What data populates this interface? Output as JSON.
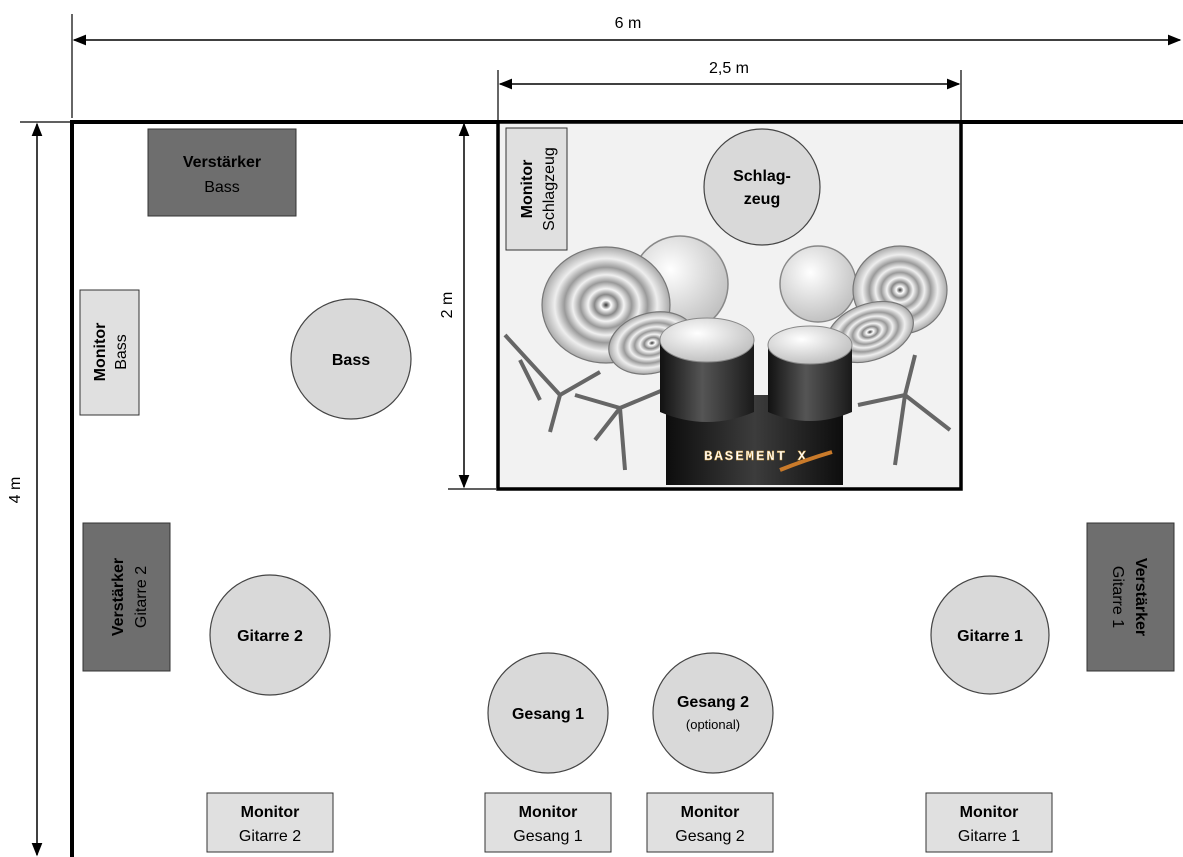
{
  "dimensions": {
    "width_label": "6 m",
    "drum_width_label": "2,5 m",
    "height_label": "4 m",
    "drum_depth_label": "2 m"
  },
  "amps": {
    "bass": {
      "title": "Verstärker",
      "sub": "Bass"
    },
    "guitar2": {
      "title": "Verstärker",
      "sub": "Gitarre 2"
    },
    "guitar1": {
      "title": "Verstärker",
      "sub": "Gitarre 1"
    }
  },
  "monitors": {
    "bass": {
      "title": "Monitor",
      "sub": "Bass"
    },
    "drums": {
      "title": "Monitor",
      "sub": "Schlagzeug"
    },
    "guitar2": {
      "title": "Monitor",
      "sub": "Gitarre 2"
    },
    "vocal1": {
      "title": "Monitor",
      "sub": "Gesang 1"
    },
    "vocal2": {
      "title": "Monitor",
      "sub": "Gesang 2"
    },
    "guitar1": {
      "title": "Monitor",
      "sub": "Gitarre 1"
    }
  },
  "positions": {
    "bass": "Bass",
    "drums_line1": "Schlag-",
    "drums_line2": "zeug",
    "guitar2": "Gitarre 2",
    "guitar1": "Gitarre 1",
    "vocal1": "Gesang 1",
    "vocal2": "Gesang 2",
    "vocal2_note": "(optional)"
  },
  "logo_text": "BASEMENT X",
  "colors": {
    "amp_fill": "#6e6e6e",
    "monitor_fill": "#e0e0e0",
    "circle_fill": "#d9d9d9",
    "drum_area_fill": "#f2f2f2"
  }
}
